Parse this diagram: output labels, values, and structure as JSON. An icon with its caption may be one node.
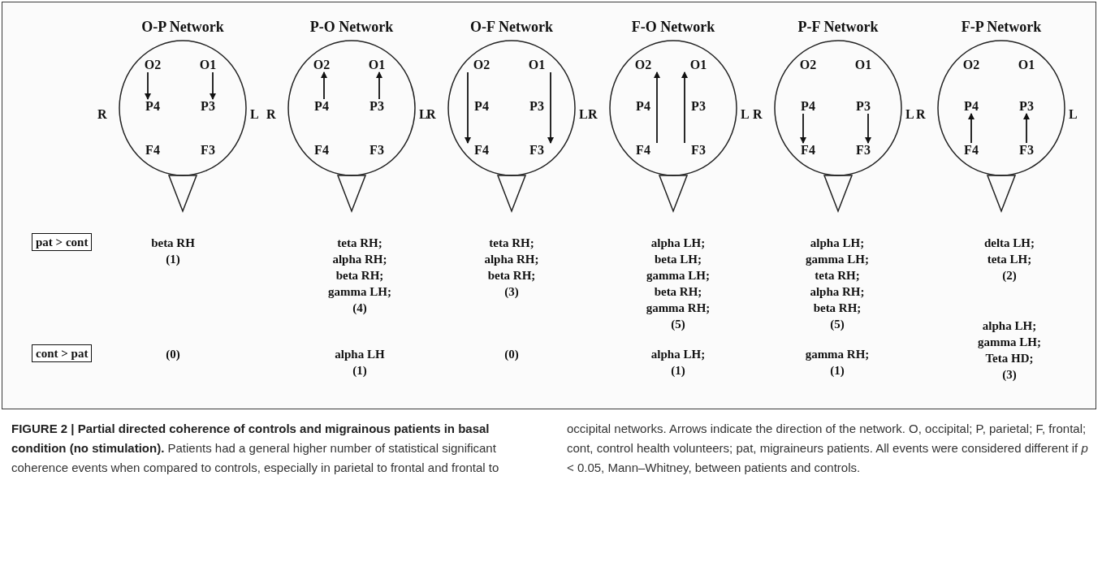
{
  "diagram": {
    "caption": "**FIGURE 2 | Partial directed coherence of controls and migrainous patients in basal condition (no stimulation).** Patients had a general higher number of statistical significant coherence events when compared to controls, especially in parietal to frontal and frontal to occipital networks. Arrows indicate the direction of the network. O, occipital; P, parietal; F, frontal; cont, control health volunteers; pat, migraineurs patients. All events were considered different if *p* < 0.05, Mann–Whitney, between patients and controls.",
    "nodes": [
      {
        "text": [
          "O-P Network"
        ],
        "beside": [
          "R",
          "L"
        ]
      },
      {
        "text": [
          "O2"
        ],
        "in": 0
      },
      {
        "text": [
          "O1"
        ],
        "in": 0
      },
      {
        "text": [
          "P4"
        ],
        "in": 0
      },
      {
        "text": [
          "P3"
        ],
        "in": 0
      },
      {
        "text": [
          "F4"
        ],
        "in": 0
      },
      {
        "text": [
          "F3"
        ],
        "in": 0
      },
      {
        "text": [
          "P-O Network"
        ],
        "beside": [
          "R",
          "L"
        ]
      },
      {
        "text": [
          "O2"
        ],
        "in": 7
      },
      {
        "text": [
          "O1"
        ],
        "in": 7
      },
      {
        "text": [
          "P4"
        ],
        "in": 7
      },
      {
        "text": [
          "P3"
        ],
        "in": 7
      },
      {
        "text": [
          "F4"
        ],
        "in": 7
      },
      {
        "text": [
          "F3"
        ],
        "in": 7
      },
      {
        "text": [
          "O-F Network"
        ],
        "beside": [
          "R",
          "L"
        ]
      },
      {
        "text": [
          "O2"
        ],
        "in": 14
      },
      {
        "text": [
          "O1"
        ],
        "in": 14
      },
      {
        "text": [
          "P4"
        ],
        "in": 14
      },
      {
        "text": [
          "P3"
        ],
        "in": 14
      },
      {
        "text": [
          "F4"
        ],
        "in": 14
      },
      {
        "text": [
          "F3"
        ],
        "in": 14
      },
      {
        "text": [
          "F-O Network"
        ],
        "beside": [
          "R",
          "L"
        ]
      },
      {
        "text": [
          "O2"
        ],
        "in": 21
      },
      {
        "text": [
          "O1"
        ],
        "in": 21
      },
      {
        "text": [
          "P4"
        ],
        "in": 21
      },
      {
        "text": [
          "P3"
        ],
        "in": 21
      },
      {
        "text": [
          "F4"
        ],
        "in": 21
      },
      {
        "text": [
          "F3"
        ],
        "in": 21
      },
      {
        "text": [
          "P-F Network"
        ],
        "beside": [
          "R",
          "L"
        ]
      },
      {
        "text": [
          "O2"
        ],
        "in": 28
      },
      {
        "text": [
          "O1"
        ],
        "in": 28
      },
      {
        "text": [
          "P4"
        ],
        "in": 28
      },
      {
        "text": [
          "P3"
        ],
        "in": 28
      },
      {
        "text": [
          "F4"
        ],
        "in": 28
      },
      {
        "text": [
          "F3"
        ],
        "in": 28
      },
      {
        "text": [
          "F-P Network"
        ],
        "beside": [
          "R",
          "L"
        ]
      },
      {
        "text": [
          "O2"
        ],
        "in": 35
      },
      {
        "text": [
          "O1"
        ],
        "in": 35
      },
      {
        "text": [
          "P4"
        ],
        "in": 35
      },
      {
        "text": [
          "P3"
        ],
        "in": 35
      },
      {
        "text": [
          "F4"
        ],
        "in": 35
      },
      {
        "text": [
          "F3"
        ],
        "in": 35
      },
      {
        "text": [
          "pat > cont"
        ]
      },
      {
        "text": [
          "cont > pat"
        ]
      }
    ],
    "edges": [
      {
        "from": 1,
        "to": 3,
        "arrow": "to"
      },
      {
        "from": 2,
        "to": 4,
        "arrow": "to"
      },
      {
        "from": 10,
        "to": 8,
        "arrow": "to"
      },
      {
        "from": 11,
        "to": 9,
        "arrow": "to"
      },
      {
        "from": 15,
        "to": 19,
        "arrow": "to"
      },
      {
        "from": 16,
        "to": 20,
        "arrow": "to"
      },
      {
        "from": 26,
        "to": 22,
        "arrow": "to"
      },
      {
        "from": 27,
        "to": 23,
        "arrow": "to"
      },
      {
        "from": 31,
        "to": 33,
        "arrow": "to"
      },
      {
        "from": 32,
        "to": 34,
        "arrow": "to"
      },
      {
        "from": 40,
        "to": 38,
        "arrow": "to"
      },
      {
        "from": 41,
        "to": 39,
        "arrow": "to"
      }
    ],
    "labels": [
      "beta RH",
      "(1)",
      "teta RH;",
      "alpha RH;",
      "beta RH;",
      "gamma LH;",
      "(4)",
      "teta RH;",
      "alpha RH;",
      "beta RH;",
      "(3)",
      "alpha LH;",
      "beta LH;",
      "gamma LH;",
      "beta RH;",
      "gamma RH;",
      "(5)",
      "alpha LH;",
      "gamma LH;",
      "teta RH;",
      "alpha RH;",
      "beta RH;",
      "(5)",
      "delta LH;",
      "teta LH;",
      "(2)",
      "(0)",
      "alpha LH",
      "(1)",
      "(0)",
      "alpha LH;",
      "(1)",
      "gamma RH;",
      "(1)",
      "alpha LH;",
      "gamma LH;",
      "Teta HD;",
      "(3)"
    ]
  }
}
